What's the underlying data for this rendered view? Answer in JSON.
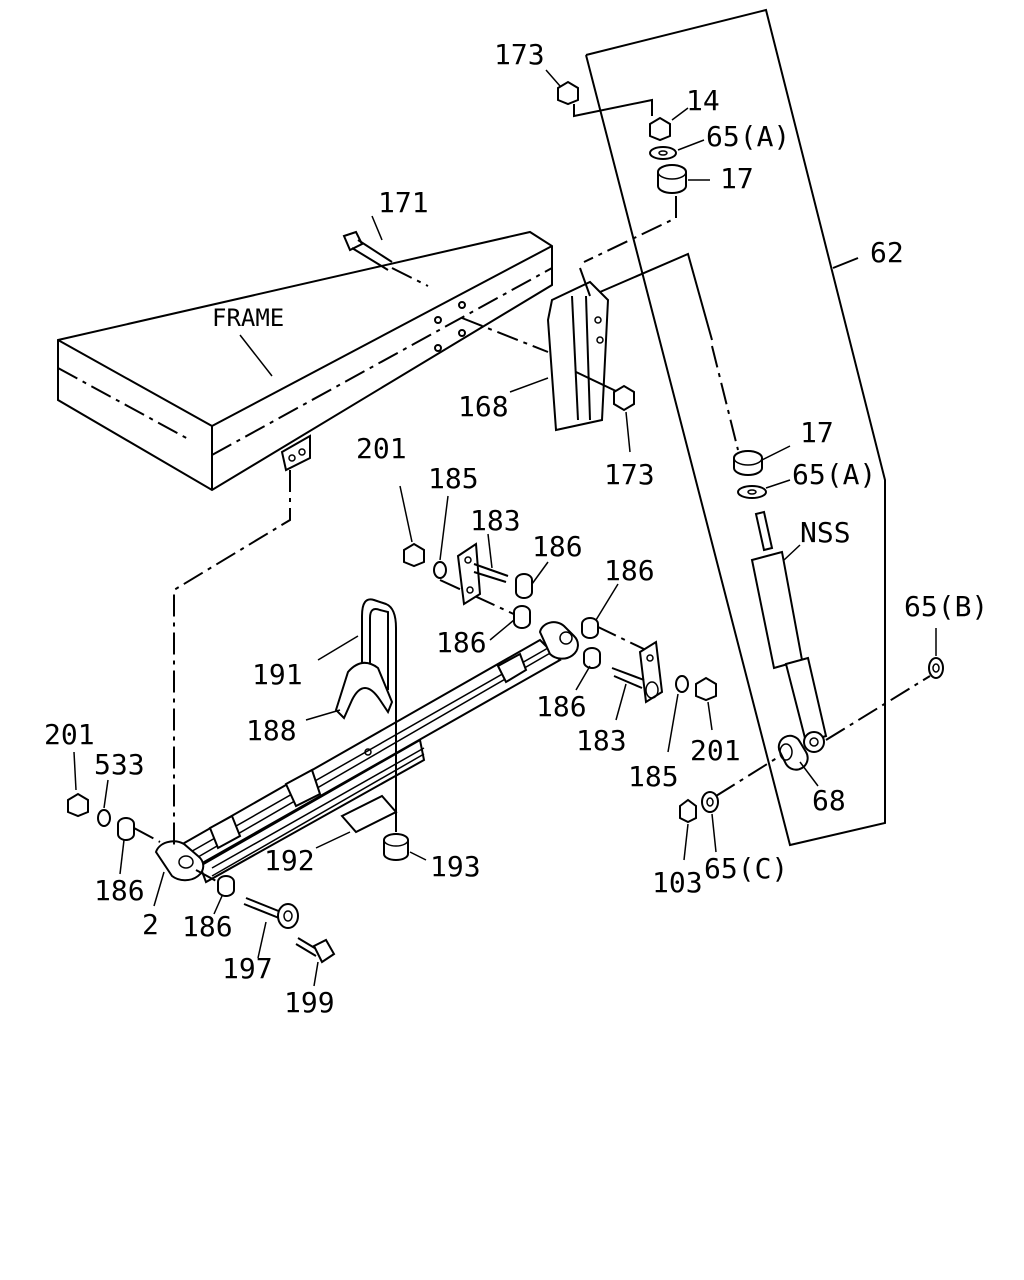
{
  "diagram": {
    "frame_label": "FRAME",
    "labels": {
      "l173a": "173",
      "l14": "14",
      "l65a1": "65(A)",
      "l17a": "17",
      "l62": "62",
      "l171": "171",
      "l168": "168",
      "l173b": "173",
      "l17b": "17",
      "l65a2": "65(A)",
      "lNSS": "NSS",
      "l201a": "201",
      "l185a": "185",
      "l183a": "183",
      "l186a": "186",
      "l186b": "186",
      "l186c": "186",
      "l186d": "186",
      "l183b": "183",
      "l185b": "185",
      "l201b": "201",
      "l191": "191",
      "l188": "188",
      "l65b": "65(B)",
      "l68": "68",
      "l201c": "201",
      "l533": "533",
      "l186e": "186",
      "l2": "2",
      "l186f": "186",
      "l192": "192",
      "l193": "193",
      "l197": "197",
      "l199": "199",
      "l103": "103",
      "l65c": "65(C)"
    }
  }
}
